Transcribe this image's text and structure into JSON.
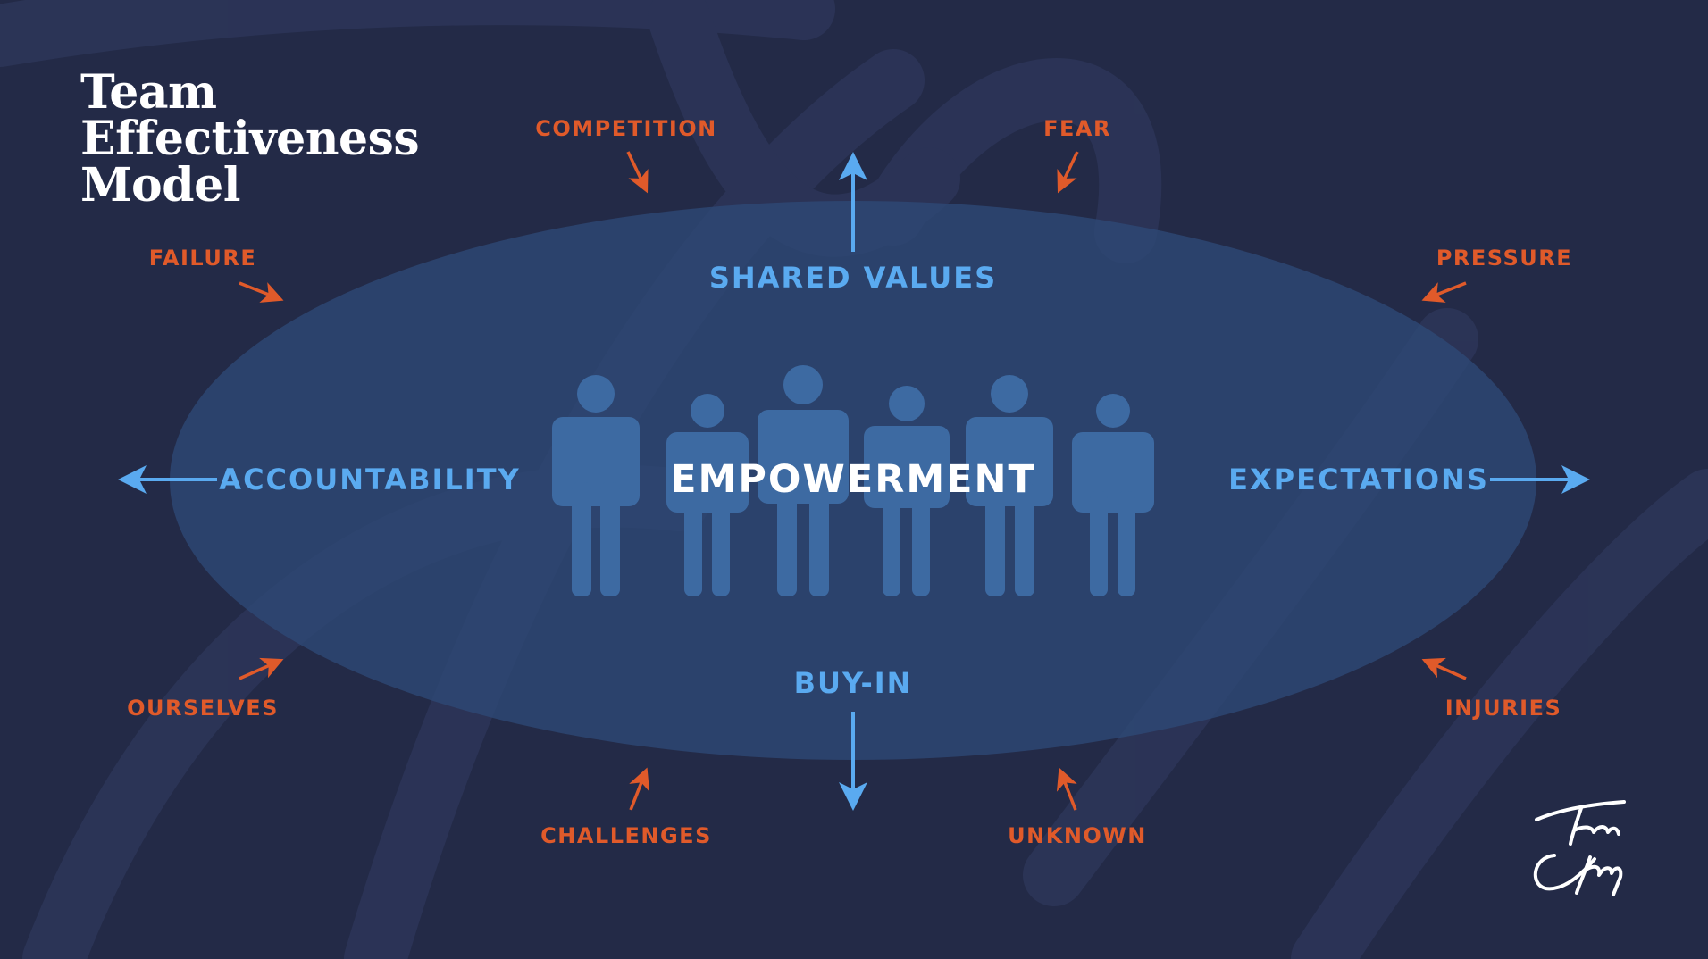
{
  "title": {
    "line1": "Team",
    "line2": "Effectiveness",
    "line3": "Model"
  },
  "center": {
    "label": "EMPOWERMENT"
  },
  "pillars": {
    "top": "SHARED VALUES",
    "left": "ACCOUNTABILITY",
    "right": "EXPECTATIONS",
    "bottom": "BUY-IN"
  },
  "forces": {
    "competition": "COMPETITION",
    "fear": "FEAR",
    "failure": "FAILURE",
    "pressure": "PRESSURE",
    "ourselves": "OURSELVES",
    "injuries": "INJURIES",
    "challenges": "CHALLENGES",
    "unknown": "UNKNOWN"
  },
  "icons": {
    "people": "person-icon",
    "signature": "signature-logo"
  },
  "colors": {
    "background": "#232a47",
    "ellipse": "#2f4b78",
    "pillar": "#5aaaf0",
    "force": "#e05a2a",
    "person": "#3d6aa2",
    "title": "#ffffff"
  }
}
